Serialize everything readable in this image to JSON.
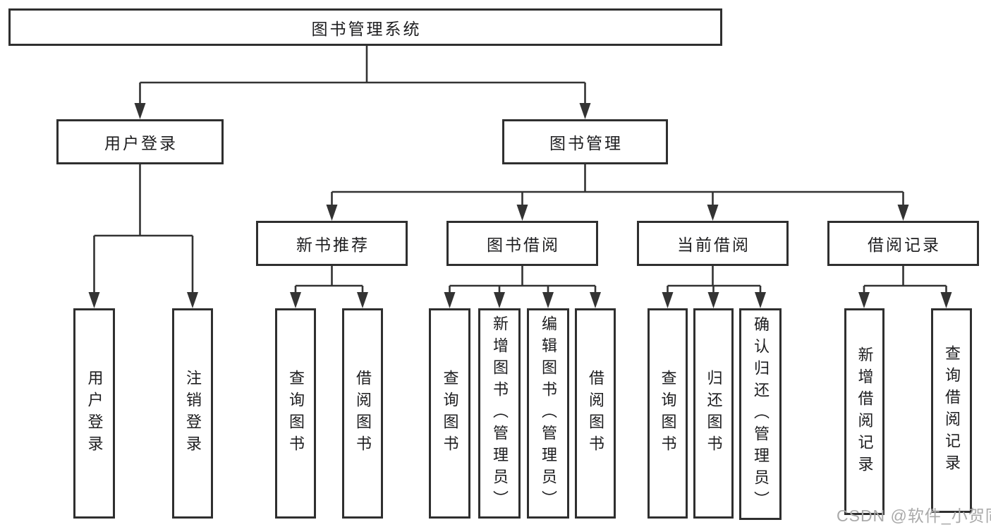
{
  "tree": {
    "root": {
      "label": "图书管理系统"
    },
    "children": [
      {
        "label": "用户登录",
        "children": [
          {
            "label": "用户登录"
          },
          {
            "label": "注销登录"
          }
        ]
      },
      {
        "label": "图书管理",
        "children": [
          {
            "label": "新书推荐",
            "children": [
              {
                "label": "查询图书"
              },
              {
                "label": "借阅图书"
              }
            ]
          },
          {
            "label": "图书借阅",
            "children": [
              {
                "label": "查询图书"
              },
              {
                "label": "新增图书（管理员）"
              },
              {
                "label": "编辑图书（管理员）"
              },
              {
                "label": "借阅图书"
              }
            ]
          },
          {
            "label": "当前借阅",
            "children": [
              {
                "label": "查询图书"
              },
              {
                "label": "归还图书"
              },
              {
                "label": "确认归还（管理员）"
              }
            ]
          },
          {
            "label": "借阅记录",
            "children": [
              {
                "label": "新增借阅记录"
              },
              {
                "label": "查询借阅记录"
              }
            ]
          }
        ]
      }
    ]
  },
  "watermark": {
    "label": "CSDN @软件_小贺同学"
  },
  "colors": {
    "line": "#333333",
    "box_border": "#2f2f2f",
    "text": "#1d1d1f",
    "watermark": "#a9a9a9",
    "background": "#ffffff"
  }
}
